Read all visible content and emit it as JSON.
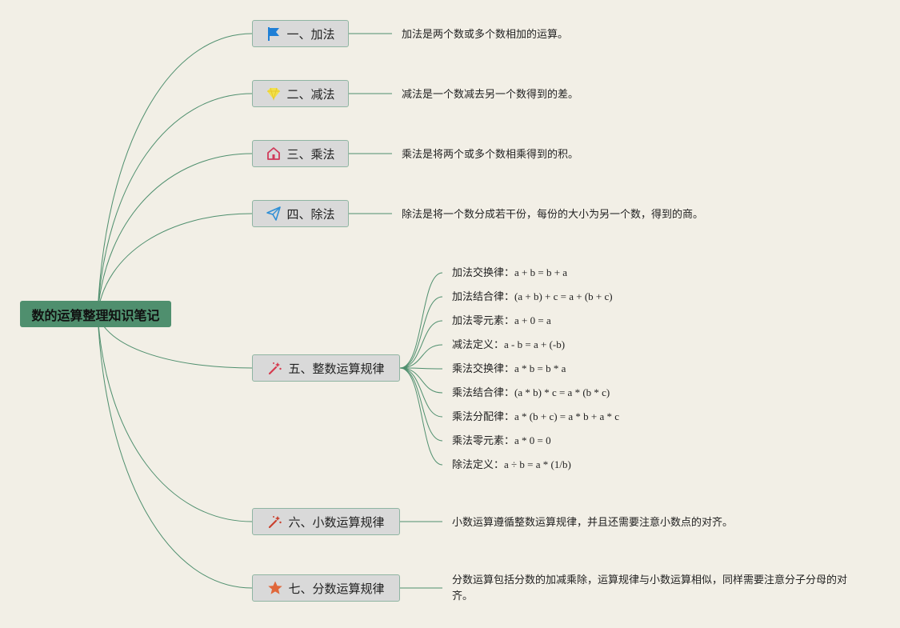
{
  "root": {
    "title": "数的运算整理知识笔记"
  },
  "topics": [
    {
      "label": "一、加法",
      "icon": "flag-icon",
      "note": "加法是两个数或多个数相加的运算。"
    },
    {
      "label": "二、减法",
      "icon": "diamond-icon",
      "note": "减法是一个数减去另一个数得到的差。"
    },
    {
      "label": "三、乘法",
      "icon": "home-icon",
      "note": "乘法是将两个或多个数相乘得到的积。"
    },
    {
      "label": "四、除法",
      "icon": "paper-plane-icon",
      "note": "除法是将一个数分成若干份，每份的大小为另一个数，得到的商。"
    },
    {
      "label": "五、整数运算规律",
      "icon": "magic-wand-icon"
    },
    {
      "label": "六、小数运算规律",
      "icon": "magic-wand-icon",
      "note": "小数运算遵循整数运算规律，并且还需要注意小数点的对齐。"
    },
    {
      "label": "七、分数运算规律",
      "icon": "star-icon",
      "note": "分数运算包括分数的加减乘除，运算规律与小数运算相似，同样需要注意分子分母的对齐。"
    }
  ],
  "rules": [
    {
      "name": "加法交换律",
      "formula": "a + b = b + a"
    },
    {
      "name": "加法结合律",
      "formula": "(a + b) + c = a + (b + c)"
    },
    {
      "name": "加法零元素",
      "formula": "a + 0 = a"
    },
    {
      "name": "减法定义",
      "formula": "a - b = a + (-b)"
    },
    {
      "name": "乘法交换律",
      "formula": "a * b = b * a"
    },
    {
      "name": "乘法结合律",
      "formula": "(a * b) * c = a * (b * c)"
    },
    {
      "name": "乘法分配律",
      "formula": "a * (b + c) = a * b + a * c"
    },
    {
      "name": "乘法零元素",
      "formula": "a * 0 = 0"
    },
    {
      "name": "除法定义",
      "formula": "a ÷ b = a * (1/b)"
    }
  ],
  "colors": {
    "background": "#f2efe6",
    "root_fill": "#4f8f6e",
    "topic_fill": "#d9d9d9",
    "link": "#4f8f6e"
  }
}
